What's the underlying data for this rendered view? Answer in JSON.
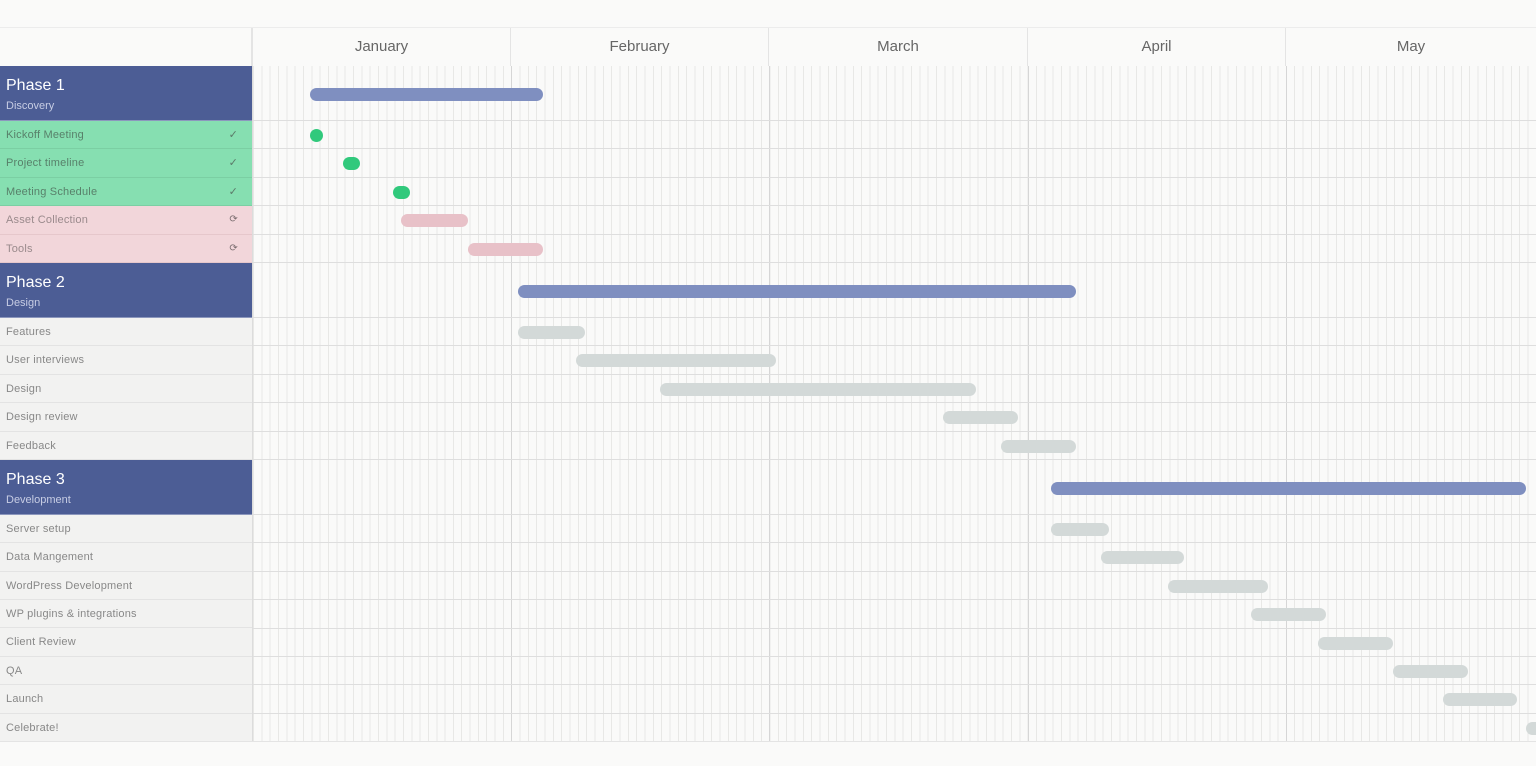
{
  "header": {
    "months": [
      "January",
      "February",
      "March",
      "April",
      "May"
    ]
  },
  "phases": [
    {
      "title": "Phase 1",
      "subtitle": "Discovery",
      "tasks": [
        {
          "label": "Kickoff Meeting",
          "status": "done",
          "status_icon": "check-icon",
          "glyph": "✓"
        },
        {
          "label": "Project timeline",
          "status": "done",
          "status_icon": "check-icon",
          "glyph": "✓"
        },
        {
          "label": "Meeting Schedule",
          "status": "done",
          "status_icon": "check-icon",
          "glyph": "✓"
        },
        {
          "label": "Asset Collection",
          "status": "in-progress",
          "status_icon": "refresh-icon",
          "glyph": "⟳"
        },
        {
          "label": "Tools",
          "status": "in-progress",
          "status_icon": "refresh-icon",
          "glyph": "⟳"
        }
      ]
    },
    {
      "title": "Phase 2",
      "subtitle": "Design",
      "tasks": [
        {
          "label": "Features",
          "status": "todo"
        },
        {
          "label": "User interviews",
          "status": "todo"
        },
        {
          "label": "Design",
          "status": "todo"
        },
        {
          "label": "Design review",
          "status": "todo"
        },
        {
          "label": "Feedback",
          "status": "todo"
        }
      ]
    },
    {
      "title": "Phase 3",
      "subtitle": "Development",
      "tasks": [
        {
          "label": "Server setup",
          "status": "todo"
        },
        {
          "label": "Data Mangement",
          "status": "todo"
        },
        {
          "label": "WordPress Development",
          "status": "todo"
        },
        {
          "label": "WP plugins & integrations",
          "status": "todo"
        },
        {
          "label": "Client Review",
          "status": "todo"
        },
        {
          "label": "QA",
          "status": "todo"
        },
        {
          "label": "Launch",
          "status": "todo"
        },
        {
          "label": "Celebrate!",
          "status": "todo"
        }
      ]
    }
  ],
  "colors": {
    "phase_header": "#4c5d95",
    "phase_bar": "#7f8fc0",
    "done_row": "#86dfb1",
    "done_bar": "#31c97c",
    "progress_row": "#f2d6da",
    "progress_bar": "#e8c1c8",
    "todo_bar": "#d3d9d8"
  },
  "chart_data": {
    "type": "gantt",
    "title": "",
    "x_axis": {
      "unit": "day",
      "months": [
        "January",
        "February",
        "March",
        "April",
        "May"
      ],
      "days_per_month_approx": 31
    },
    "series": [
      {
        "name": "Phase 1 — Discovery",
        "kind": "phase",
        "start_day": 8,
        "end_day": 36
      },
      {
        "name": "Kickoff Meeting",
        "kind": "done",
        "start_day": 8,
        "end_day": 9
      },
      {
        "name": "Project timeline",
        "kind": "done",
        "start_day": 12,
        "end_day": 14
      },
      {
        "name": "Meeting Schedule",
        "kind": "done",
        "start_day": 18,
        "end_day": 20
      },
      {
        "name": "Asset Collection",
        "kind": "in-progress",
        "start_day": 19,
        "end_day": 27
      },
      {
        "name": "Tools",
        "kind": "in-progress",
        "start_day": 27,
        "end_day": 36
      },
      {
        "name": "Phase 2 — Design",
        "kind": "phase",
        "start_day": 33,
        "end_day": 100
      },
      {
        "name": "Features",
        "kind": "todo",
        "start_day": 33,
        "end_day": 41
      },
      {
        "name": "User interviews",
        "kind": "todo",
        "start_day": 40,
        "end_day": 64
      },
      {
        "name": "Design",
        "kind": "todo",
        "start_day": 50,
        "end_day": 88
      },
      {
        "name": "Design review",
        "kind": "todo",
        "start_day": 84,
        "end_day": 93
      },
      {
        "name": "Feedback",
        "kind": "todo",
        "start_day": 91,
        "end_day": 100
      },
      {
        "name": "Phase 3 — Development",
        "kind": "phase",
        "start_day": 97,
        "end_day": 154
      },
      {
        "name": "Server setup",
        "kind": "todo",
        "start_day": 97,
        "end_day": 104
      },
      {
        "name": "Data Mangement",
        "kind": "todo",
        "start_day": 103,
        "end_day": 113
      },
      {
        "name": "WordPress Development",
        "kind": "todo",
        "start_day": 111,
        "end_day": 123
      },
      {
        "name": "WP plugins & integrations",
        "kind": "todo",
        "start_day": 121,
        "end_day": 130
      },
      {
        "name": "Client Review",
        "kind": "todo",
        "start_day": 129,
        "end_day": 138
      },
      {
        "name": "QA",
        "kind": "todo",
        "start_day": 138,
        "end_day": 147
      },
      {
        "name": "Launch",
        "kind": "todo",
        "start_day": 144,
        "end_day": 153
      },
      {
        "name": "Celebrate!",
        "kind": "todo",
        "start_day": 154,
        "end_day": 156
      }
    ]
  }
}
